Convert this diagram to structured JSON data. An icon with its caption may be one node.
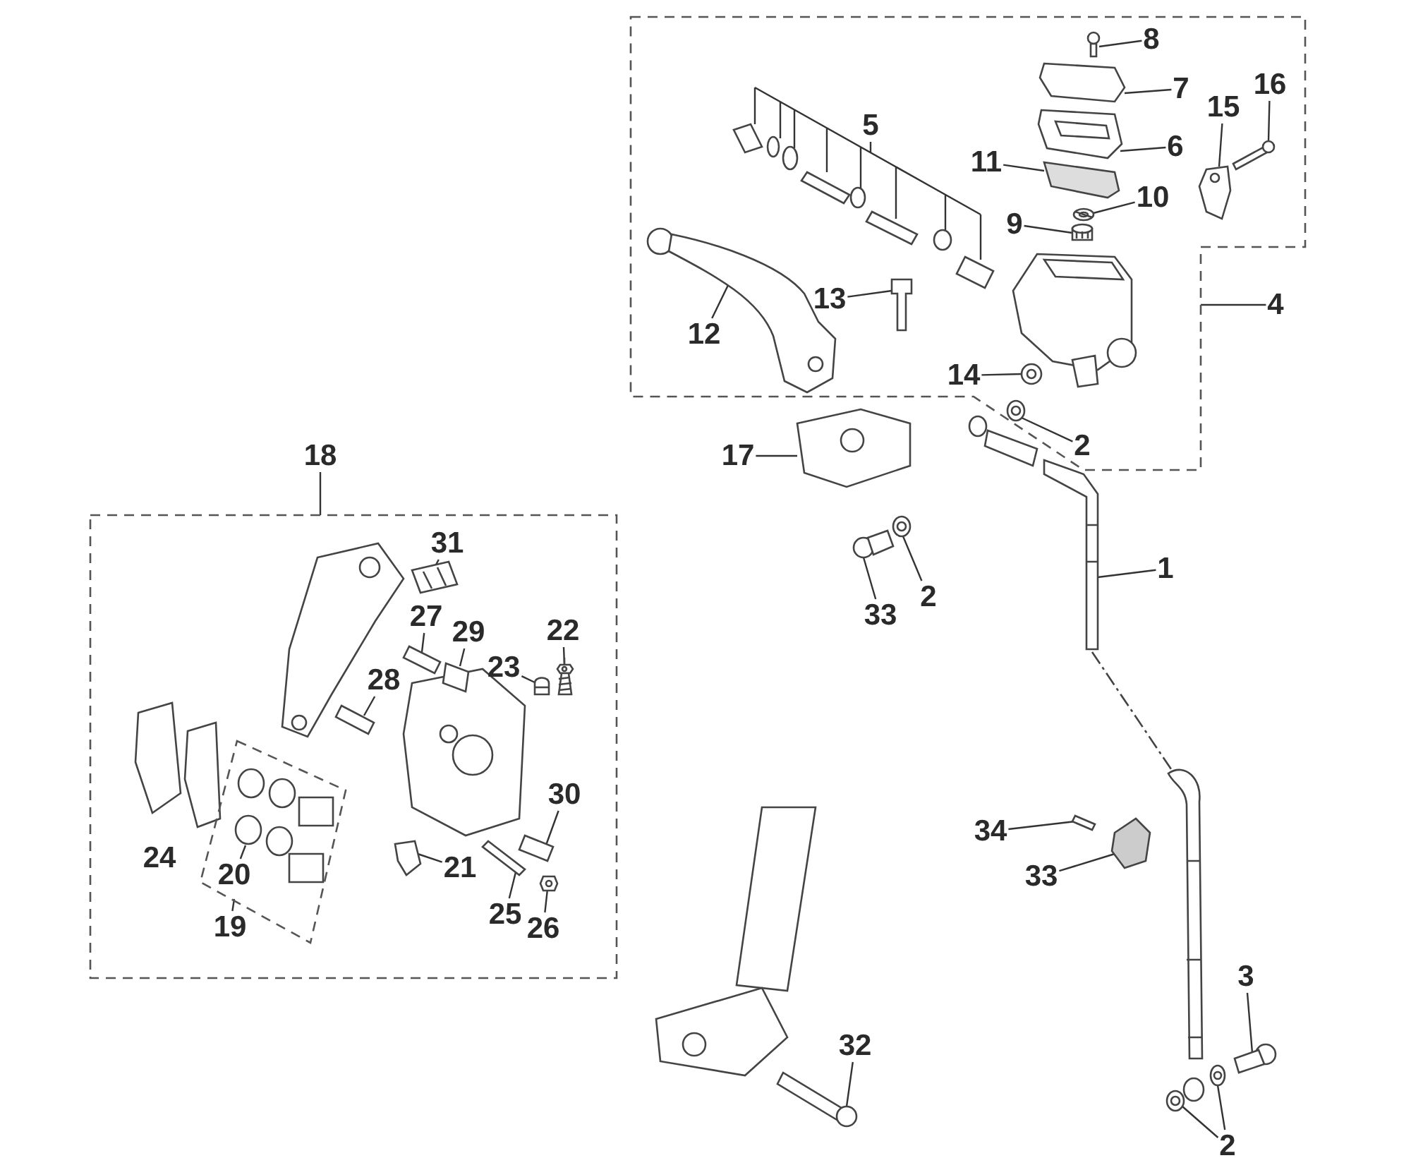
{
  "diagram": {
    "nodes": [
      {
        "text": [],
        "shape": "box"
      },
      {
        "text": [
          "8"
        ],
        "in": 0
      },
      {
        "text": [
          "7"
        ],
        "in": 0
      },
      {
        "text": [
          "16"
        ],
        "in": 0
      },
      {
        "text": [
          "15"
        ],
        "in": 0
      },
      {
        "text": [
          "5"
        ],
        "in": 0
      },
      {
        "text": [
          "6"
        ],
        "in": 0
      },
      {
        "text": [
          "11"
        ],
        "in": 0
      },
      {
        "text": [
          "10"
        ],
        "in": 0
      },
      {
        "text": [
          "9"
        ],
        "in": 0
      },
      {
        "text": [
          "4"
        ]
      },
      {
        "text": [
          "13"
        ],
        "in": 0
      },
      {
        "text": [
          "12"
        ],
        "in": 0
      },
      {
        "text": [
          "14"
        ],
        "in": 0
      },
      {
        "text": [
          "2"
        ],
        "in": 0
      },
      {
        "text": [
          "17"
        ]
      },
      {
        "text": [
          "18"
        ]
      },
      {
        "text": [],
        "shape": "box"
      },
      {
        "text": [
          "31"
        ],
        "in": 17
      },
      {
        "text": [
          "27"
        ],
        "in": 17
      },
      {
        "text": [
          "29"
        ],
        "in": 17
      },
      {
        "text": [
          "22"
        ],
        "in": 17
      },
      {
        "text": [
          "23"
        ],
        "in": 17
      },
      {
        "text": [
          "28"
        ],
        "in": 17
      },
      {
        "text": [
          "1"
        ]
      },
      {
        "text": [
          "33"
        ]
      },
      {
        "text": [
          "2"
        ]
      },
      {
        "text": [],
        "shape": "box",
        "in": 17
      },
      {
        "text": [
          "20"
        ],
        "in": 27
      },
      {
        "text": [
          "30"
        ],
        "in": 17
      },
      {
        "text": [
          "21"
        ],
        "in": 17
      },
      {
        "text": [
          "19"
        ],
        "in": 17
      },
      {
        "text": [
          "25"
        ],
        "in": 17
      },
      {
        "text": [
          "26"
        ],
        "in": 17
      },
      {
        "text": [
          "34"
        ]
      },
      {
        "text": [
          "33"
        ]
      },
      {
        "text": [
          "3"
        ]
      },
      {
        "text": [
          "32"
        ]
      },
      {
        "text": [
          "2"
        ]
      },
      {
        "text": [],
        "shape": "picture",
        "in": 0
      },
      {
        "text": [],
        "shape": "picture",
        "in": 0
      },
      {
        "text": [],
        "shape": "picture",
        "in": 0
      },
      {
        "text": [],
        "shape": "picture",
        "in": 0
      },
      {
        "text": [],
        "shape": "picture",
        "in": 0
      },
      {
        "text": [],
        "shape": "picture",
        "in": 0
      },
      {
        "text": [],
        "shape": "picture",
        "in": 0
      },
      {
        "text": [],
        "shape": "picture",
        "in": 0
      },
      {
        "text": [],
        "shape": "picture",
        "in": 0
      },
      {
        "text": [],
        "shape": "picture",
        "in": 0
      },
      {
        "text": [],
        "shape": "picture",
        "in": 0
      },
      {
        "text": [],
        "shape": "picture",
        "in": 0
      },
      {
        "text": [],
        "shape": "picture",
        "in": 0
      },
      {
        "text": [],
        "shape": "picture"
      },
      {
        "text": [],
        "shape": "picture",
        "in": 17
      },
      {
        "text": [],
        "shape": "picture",
        "in": 17
      },
      {
        "text": [],
        "shape": "picture",
        "in": 17
      },
      {
        "text": [],
        "shape": "picture",
        "in": 17
      },
      {
        "text": [],
        "shape": "picture",
        "in": 17
      },
      {
        "text": [],
        "shape": "picture",
        "in": 17
      },
      {
        "text": [],
        "shape": "picture"
      },
      {
        "text": [],
        "shape": "picture"
      },
      {
        "text": [],
        "shape": "picture"
      },
      {
        "text": [],
        "shape": "picture",
        "in": 27
      },
      {
        "text": [],
        "shape": "picture",
        "in": 17
      },
      {
        "text": [],
        "shape": "picture",
        "in": 17
      },
      {
        "text": [],
        "shape": "picture",
        "in": 17
      },
      {
        "text": [],
        "shape": "picture",
        "in": 17
      },
      {
        "text": [],
        "shape": "picture"
      },
      {
        "text": [],
        "shape": "picture"
      },
      {
        "text": [],
        "shape": "picture"
      },
      {
        "text": [],
        "shape": "picture"
      },
      {
        "text": [],
        "shape": "picture"
      },
      {
        "text": [],
        "shape": "picture"
      }
    ],
    "edges": [
      {
        "from": 1,
        "to": 39,
        "arrow": "none"
      },
      {
        "from": 2,
        "to": 40,
        "arrow": "none"
      },
      {
        "from": 3,
        "to": 41,
        "arrow": "none"
      },
      {
        "from": 4,
        "to": 42,
        "arrow": "none"
      },
      {
        "from": 5,
        "to": 43,
        "arrow": "none"
      },
      {
        "from": 6,
        "to": 44,
        "arrow": "none"
      },
      {
        "from": 7,
        "to": 45,
        "arrow": "none"
      },
      {
        "from": 8,
        "to": 46,
        "arrow": "none"
      },
      {
        "from": 9,
        "to": 47,
        "arrow": "none"
      },
      {
        "from": 10,
        "to": 0,
        "arrow": "none"
      },
      {
        "from": 11,
        "to": 48,
        "arrow": "none"
      },
      {
        "from": 12,
        "to": 49,
        "arrow": "none"
      },
      {
        "from": 13,
        "to": 50,
        "arrow": "none"
      },
      {
        "from": 14,
        "to": 51,
        "arrow": "none"
      },
      {
        "from": 15,
        "to": 52,
        "arrow": "none"
      },
      {
        "from": 16,
        "to": 17,
        "arrow": "none"
      },
      {
        "from": 18,
        "to": 53,
        "arrow": "none"
      },
      {
        "from": 19,
        "to": 54,
        "arrow": "none"
      },
      {
        "from": 20,
        "to": 55,
        "arrow": "none"
      },
      {
        "from": 21,
        "to": 56,
        "arrow": "none"
      },
      {
        "from": 22,
        "to": 57,
        "arrow": "none"
      },
      {
        "from": 23,
        "to": 58,
        "arrow": "none"
      },
      {
        "from": 24,
        "to": 59,
        "arrow": "none"
      },
      {
        "from": 25,
        "to": 60,
        "arrow": "none"
      },
      {
        "from": 26,
        "to": 61,
        "arrow": "none"
      },
      {
        "from": 28,
        "to": 62,
        "arrow": "none"
      },
      {
        "from": 29,
        "to": 63,
        "arrow": "none"
      },
      {
        "from": 30,
        "to": 64,
        "arrow": "none"
      },
      {
        "from": 31,
        "to": 27,
        "arrow": "none"
      },
      {
        "from": 32,
        "to": 65,
        "arrow": "none"
      },
      {
        "from": 33,
        "to": 66,
        "arrow": "none"
      },
      {
        "from": 34,
        "to": 67,
        "arrow": "none"
      },
      {
        "from": 35,
        "to": 68,
        "arrow": "none"
      },
      {
        "from": 36,
        "to": 69,
        "arrow": "none"
      },
      {
        "from": 37,
        "to": 70,
        "arrow": "none"
      },
      {
        "from": 38,
        "to": 71,
        "arrow": "none"
      },
      {
        "from": 38,
        "to": 72,
        "arrow": "none"
      }
    ],
    "labels": [
      "24"
    ]
  }
}
